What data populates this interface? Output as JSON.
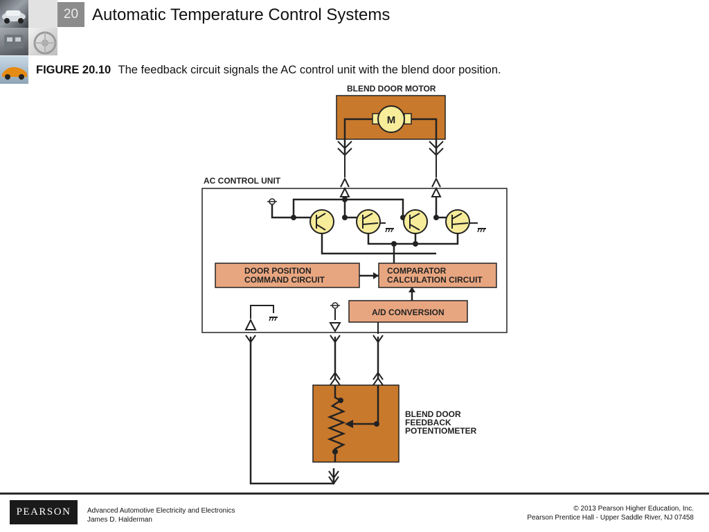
{
  "header": {
    "chapter_number": "20",
    "title": "Automatic Temperature Control Systems"
  },
  "figure": {
    "number": "FIGURE 20.10",
    "caption": "The feedback circuit signals the AC control unit with the blend door position."
  },
  "diagram": {
    "blend_door_motor": "BLEND DOOR MOTOR",
    "motor_symbol": "M",
    "ac_control_unit": "AC CONTROL UNIT",
    "door_position_line1": "DOOR POSITION",
    "door_position_line2": "COMMAND CIRCUIT",
    "comparator_line1": "COMPARATOR",
    "comparator_line2": "CALCULATION CIRCUIT",
    "ad_conversion": "A/D CONVERSION",
    "feedback_line1": "BLEND DOOR",
    "feedback_line2": "FEEDBACK",
    "feedback_line3": "POTENTIOMETER",
    "colors": {
      "motor_box": "#c9792c",
      "block_fill": "#e8a680",
      "transistor": "#f7ec9a",
      "wire": "#222222"
    }
  },
  "footer": {
    "logo": "PEARSON",
    "book_title": "Advanced Automotive Electricity and Electronics",
    "author": "James D. Halderman",
    "copyright": "© 2013  Pearson Higher Education, Inc.",
    "publisher": "Pearson Prentice Hall - Upper Saddle River, NJ 07458"
  }
}
